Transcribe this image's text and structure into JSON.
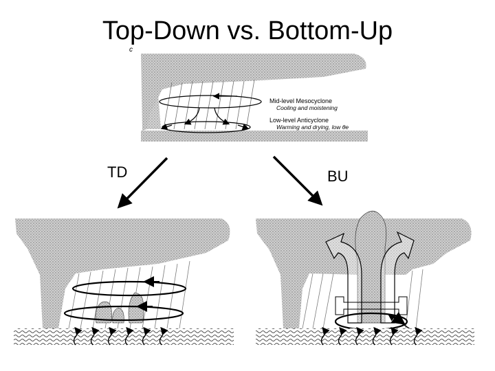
{
  "slide": {
    "title": "Top-Down vs. Bottom-Up",
    "left_label": "TD",
    "right_label": "BU"
  },
  "top_diagram": {
    "panel_letter": "c",
    "mid_level_label": "Mid-level Mesocyclone",
    "mid_level_sub": "Cooling and moistening",
    "low_level_label": "Low-level Anticyclone",
    "low_level_sub": "Warming and drying, low θe"
  },
  "colors": {
    "cloud": "#b9b9b9",
    "ground": "#9a9a9a",
    "ink": "#000000"
  }
}
